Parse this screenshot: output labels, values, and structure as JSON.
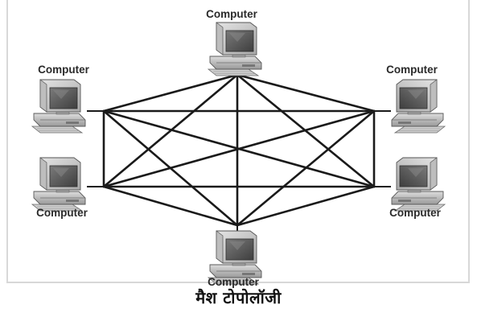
{
  "diagram": {
    "nodes": [
      {
        "id": "top",
        "label": "Computer"
      },
      {
        "id": "upper-left",
        "label": "Computer"
      },
      {
        "id": "upper-right",
        "label": "Computer"
      },
      {
        "id": "lower-left",
        "label": "Computer"
      },
      {
        "id": "lower-right",
        "label": "Computer"
      },
      {
        "id": "bottom",
        "label": "Computer"
      }
    ],
    "caption": "मैश टोपोलॉजी",
    "line_color": "#1a1a1a"
  }
}
